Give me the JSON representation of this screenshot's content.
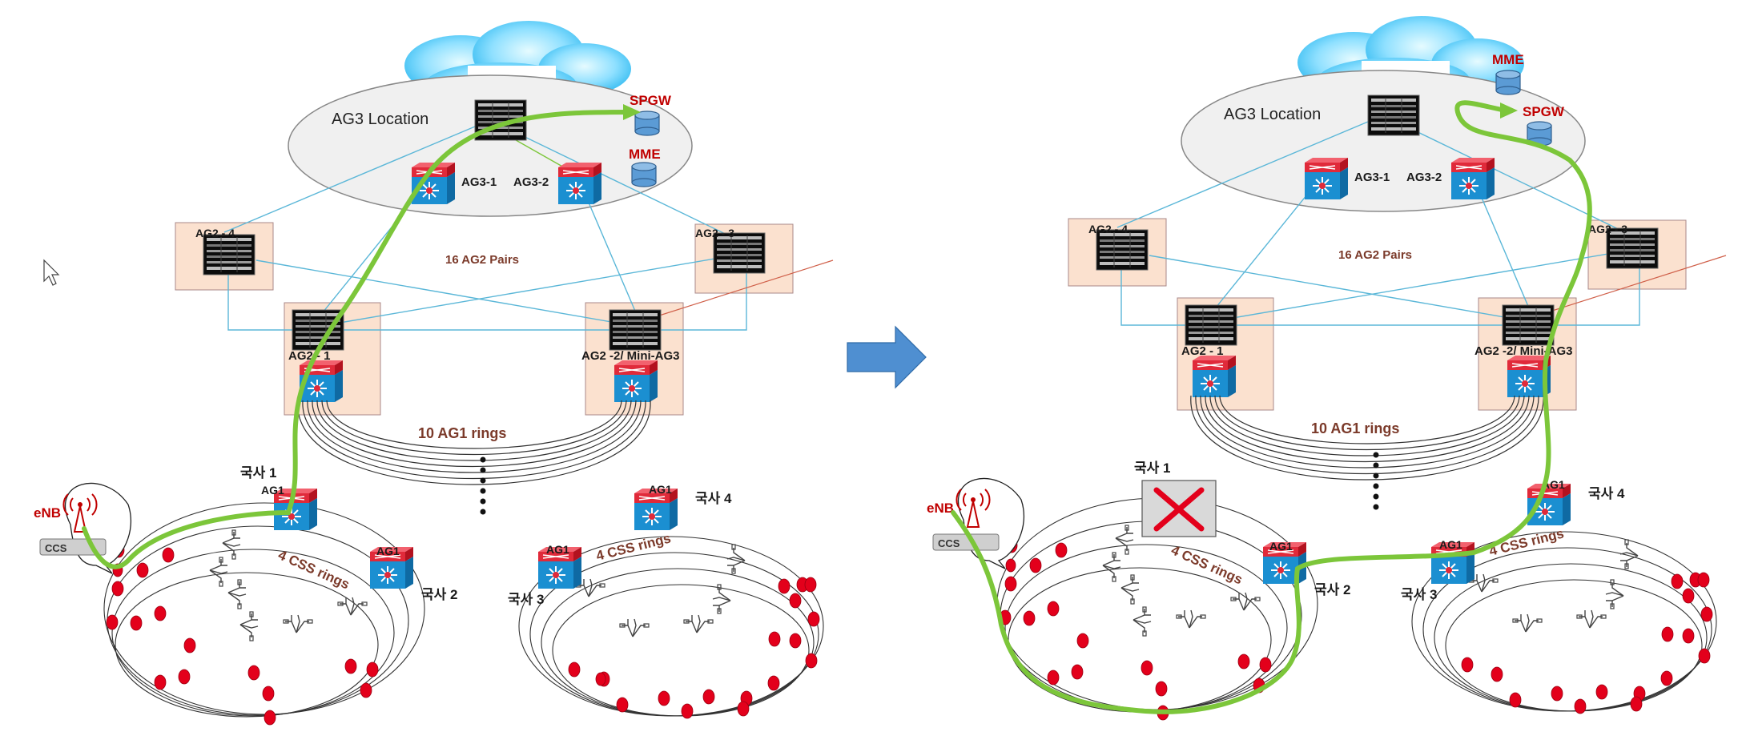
{
  "diagram": {
    "left": {
      "location_label": "AG3 Location",
      "cloud_label": "",
      "ag3_left": "AG3-1",
      "ag3_right": "AG3-2",
      "spgw": "SPGW",
      "mme": "MME",
      "ag2_top_left": "AG2 - 4",
      "ag2_top_right": "AG2 - 3",
      "ag2_pairs": "16 AG2 Pairs",
      "ag2_bottom_left": "AG2 - 1",
      "ag2_bottom_right": "AG2 -2/ Mini-AG3",
      "ag1_rings": "10 AG1 rings",
      "enb": "eNB",
      "ccs": "CCS",
      "site1": "국사 1",
      "site2": "국사 2",
      "site3": "국사 3",
      "site4": "국사 4",
      "ag1_label": "AG1",
      "css_rings": "4 CSS rings"
    },
    "right": {
      "location_label": "AG3 Location",
      "cloud_label": "",
      "ag3_left": "AG3-1",
      "ag3_right": "AG3-2",
      "spgw": "SPGW",
      "mme": "MME",
      "ag2_top_left": "AG2 - 4",
      "ag2_top_right": "AG2 - 3",
      "ag2_pairs": "16 AG2 Pairs",
      "ag2_bottom_left": "AG2 - 1",
      "ag2_bottom_right": "AG2 -2/ Mini-AG3",
      "ag1_rings": "10 AG1 rings",
      "enb": "eNB",
      "ccs": "CCS",
      "site1": "국사 1",
      "site2": "국사 2",
      "site3": "국사 3",
      "site4": "국사 4",
      "ag1_label": "AG1",
      "css_rings": "4 CSS rings",
      "failed_site_marker": "X"
    },
    "colors": {
      "path": "#7cc63a",
      "node_red": "#e3001b",
      "link_blue": "#5bb7d8",
      "box_fill": "#fbe1cf",
      "arrow": "#4f8fd1"
    },
    "icons": [
      "cloud-icon",
      "core-router-icon",
      "switch-icon",
      "database-icon",
      "antenna-icon",
      "arrow-right-icon",
      "failure-x-icon",
      "mouse-cursor-icon"
    ]
  }
}
